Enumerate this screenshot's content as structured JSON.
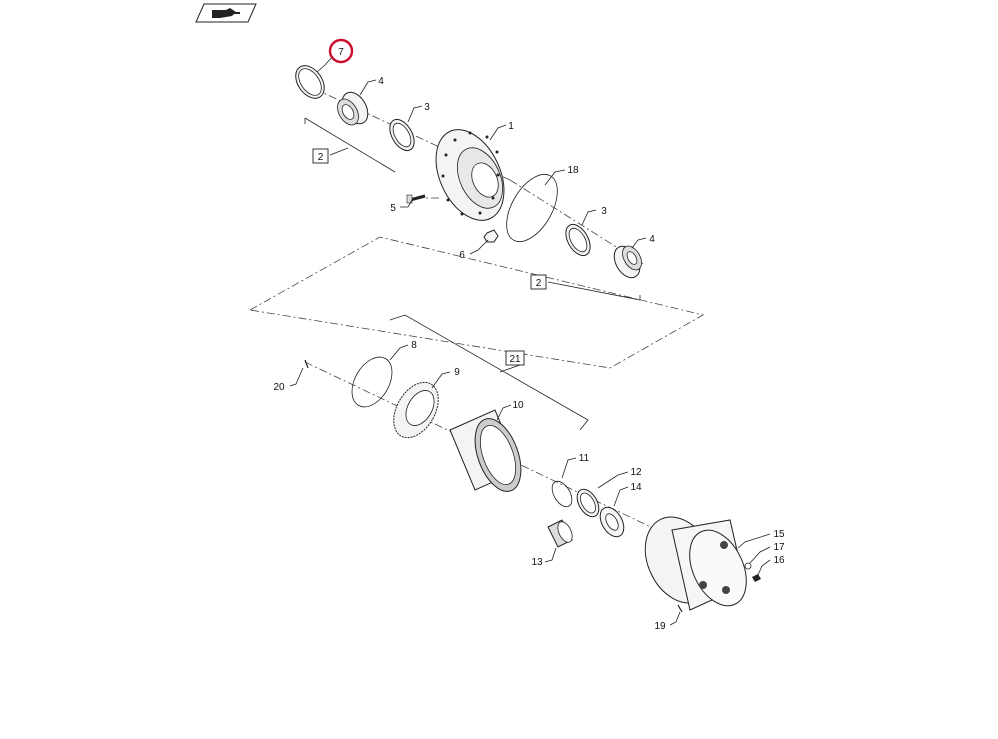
{
  "highlight_color": "#c8102e",
  "toolbar": {
    "icon": "hand-pointer-icon"
  },
  "parts": {
    "p1": "1",
    "p2a": "2",
    "p2b": "2",
    "p3a": "3",
    "p3b": "3",
    "p4a": "4",
    "p4b": "4",
    "p5": "5",
    "p6": "6",
    "p7": "7",
    "p8": "8",
    "p9": "9",
    "p10": "10",
    "p11": "11",
    "p12": "12",
    "p13": "13",
    "p14": "14",
    "p15": "15",
    "p16": "16",
    "p17": "17",
    "p18": "18",
    "p19": "19",
    "p20": "20",
    "p21": "21"
  }
}
